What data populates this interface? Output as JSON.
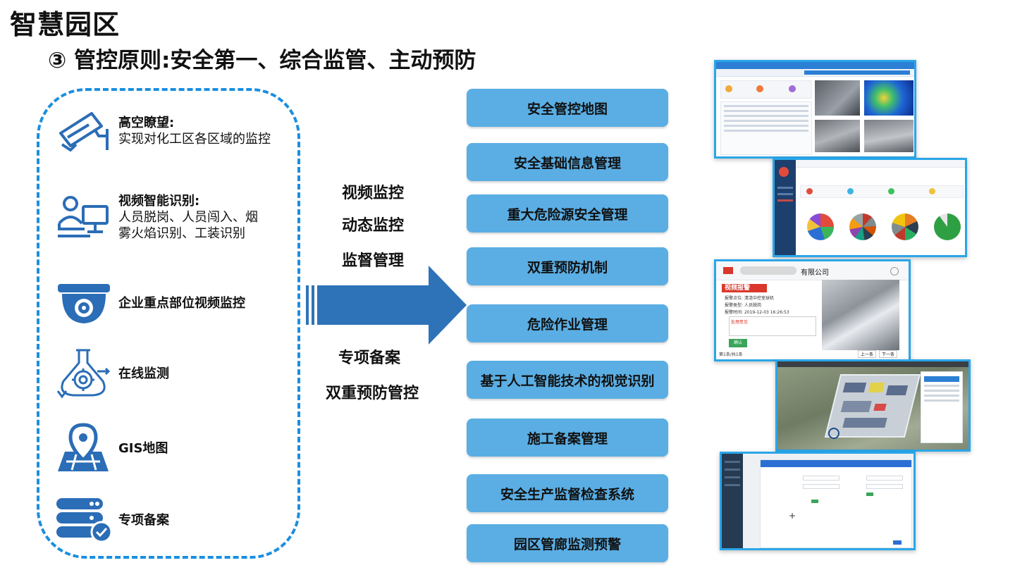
{
  "title": "智慧园区",
  "subtitle": "③ 管控原则:安全第一、综合监管、主动预防",
  "features": [
    {
      "heading": "高空瞭望:",
      "desc": "实现对化工区各区域的监控",
      "icon": "cctv-camera-icon"
    },
    {
      "heading": "视频智能识别:",
      "desc": "人员脱岗、人员闯入、烟",
      "desc2": "雾火焰识别、工装识别",
      "icon": "person-monitor-icon"
    },
    {
      "heading": "企业重点部位视频监控",
      "icon": "dome-camera-icon"
    },
    {
      "heading": "在线监测",
      "icon": "flask-gear-icon"
    },
    {
      "heading": "GIS地图",
      "icon": "map-pin-icon"
    },
    {
      "heading": "专项备案",
      "icon": "server-check-icon"
    }
  ],
  "middle": {
    "top": [
      "视频监控",
      "动态监控",
      "监督管理"
    ],
    "bottom": [
      "专项备案",
      "双重预防管控"
    ]
  },
  "modules": [
    "安全管控地图",
    "安全基础信息管理",
    "重大危险源安全管理",
    "双重预防机制",
    "危险作业管理",
    "基于人工智能技术的视觉识别",
    "施工备案管理",
    "安全生产监督检查系统",
    "园区管廊监测预警"
  ],
  "screenshots": {
    "alarm": {
      "company": "有限公司",
      "header": "视频报警",
      "rows": [
        "报警点位:",
        "报警类型:",
        "报警时间:"
      ],
      "values": [
        "清涟中控室球机",
        "人员脱岗",
        "2019-12-03 16:26:53"
      ],
      "placeholder": "处理意见",
      "confirm": "确认",
      "pager": "第1条/共1条",
      "prev": "上一条",
      "next": "下一条"
    }
  },
  "colors": {
    "accent": "#1a8fe0",
    "pill": "#5aaee4",
    "arrow": "#2e73b8"
  }
}
